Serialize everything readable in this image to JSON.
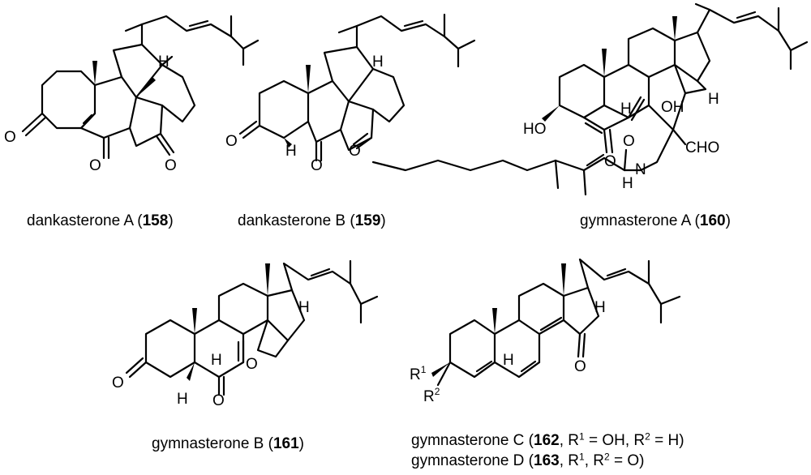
{
  "compounds": {
    "c158": {
      "name": "dankasterone A",
      "number": "158"
    },
    "c159": {
      "name": "dankasterone B",
      "number": "159"
    },
    "c160": {
      "name": "gymnasterone A",
      "number": "160"
    },
    "c161": {
      "name": "gymnasterone B",
      "number": "161"
    },
    "c162": {
      "name": "gymnasterone C",
      "number": "162",
      "r1": "R",
      "r1_sup": "1",
      "r1_value": "OH",
      "r2": "R",
      "r2_sup": "2",
      "r2_value": "H"
    },
    "c163": {
      "name": "gymnasterone D",
      "number": "163",
      "r1": "R",
      "r1_sup": "1",
      "r2": "R",
      "r2_sup": "2",
      "r_value": "O"
    }
  },
  "atoms": {
    "oxygen": "O",
    "hydrogen": "H",
    "hydroxyl_right": "OH",
    "hydroxyl_left": "HO",
    "aldehyde": "CHO",
    "nitrogen": "N",
    "r1": "R",
    "r1_sup": "1",
    "r2": "R",
    "r2_sup": "2"
  }
}
